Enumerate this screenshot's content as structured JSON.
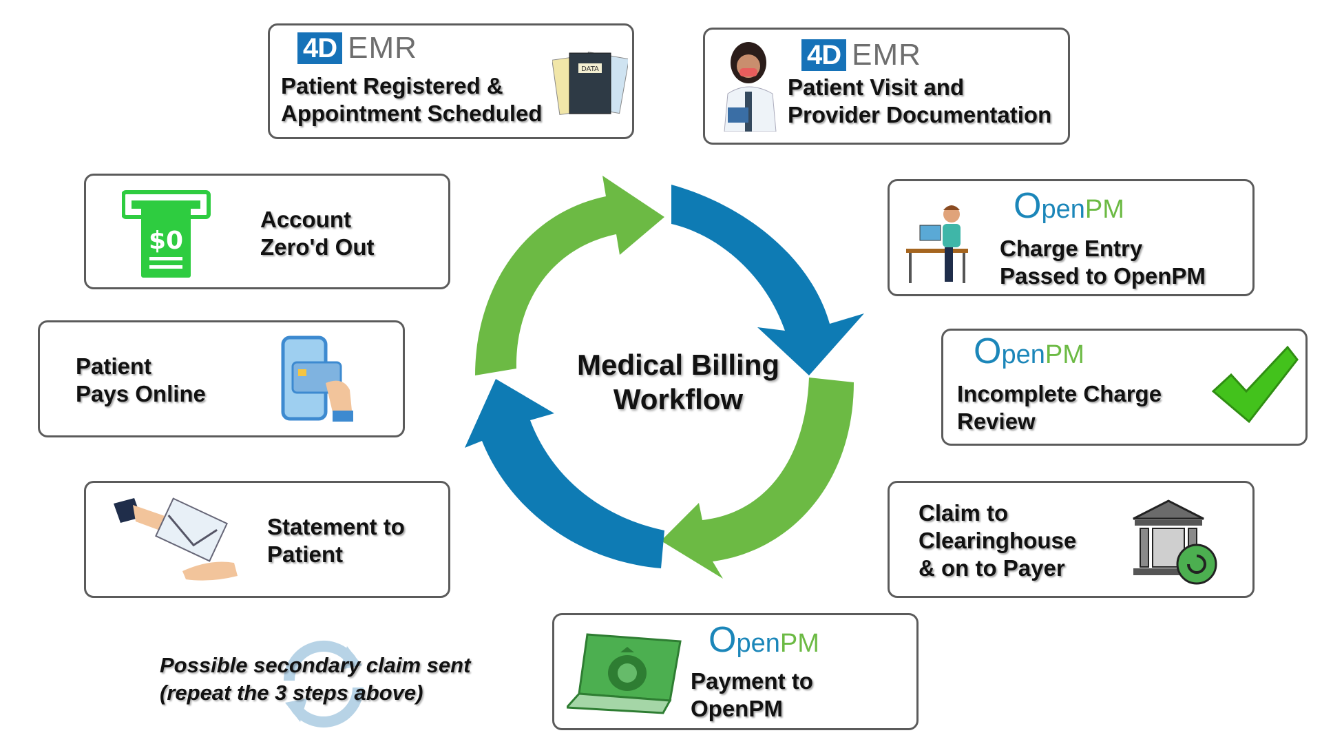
{
  "title": [
    "Medical Billing",
    "Workflow"
  ],
  "logos": {
    "emr_box": "4D",
    "emr_text": "EMR",
    "pm_o": "O",
    "pm_pen": "pen",
    "pm_pm": "PM"
  },
  "steps": {
    "registered": {
      "line1": "Patient Registered &",
      "line2": "Appointment Scheduled",
      "icon_text": "DATA"
    },
    "visit": {
      "line1": "Patient Visit and",
      "line2": "Provider Documentation"
    },
    "charge_entry": {
      "line1": "Charge Entry",
      "line2": "Passed to OpenPM"
    },
    "incomplete": {
      "line1": "Incomplete Charge",
      "line2": "Review"
    },
    "claim": {
      "line1": "Claim to",
      "line2": "Clearinghouse",
      "line3": "& on to Payer"
    },
    "payment": {
      "line1": "Payment to",
      "line2": "OpenPM"
    },
    "statement": {
      "line1": "Statement to",
      "line2": "Patient"
    },
    "pays_online": {
      "line1": "Patient",
      "line2": "Pays Online"
    },
    "zeroed": {
      "line1": "Account",
      "line2": "Zero'd Out",
      "icon_text": "$0"
    }
  },
  "note": {
    "line1": "Possible secondary claim sent",
    "line2": "(repeat the 3 steps above)"
  },
  "colors": {
    "green": "#6cba44",
    "blue": "#0e7bb4",
    "border": "#5b5b5b",
    "emr_blue": "#1672b8"
  }
}
